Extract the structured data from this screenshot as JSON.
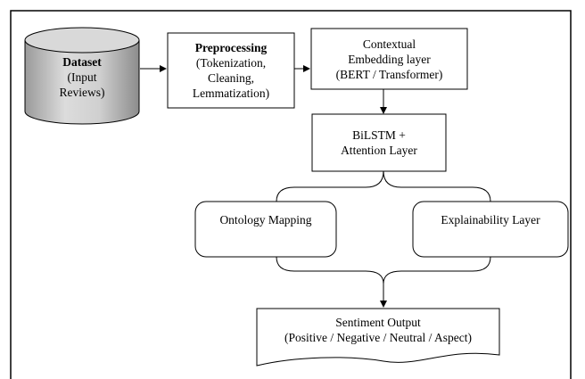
{
  "nodes": {
    "dataset": {
      "title": "Dataset",
      "line1": "(Input",
      "line2": "Reviews)"
    },
    "preprocessing": {
      "title": "Preprocessing",
      "line1": "(Tokenization,",
      "line2": "Cleaning,",
      "line3": "Lemmatization)"
    },
    "embedding": {
      "line1": "Contextual",
      "line2": "Embedding layer",
      "line3": "(BERT / Transformer)"
    },
    "bilstm": {
      "line1": "BiLSTM +",
      "line2": "Attention Layer"
    },
    "ontology": {
      "label": "Ontology Mapping"
    },
    "explainability": {
      "label": "Explainability Layer"
    },
    "output": {
      "line1": "Sentiment Output",
      "line2": "(Positive / Negative / Neutral / Aspect)"
    }
  },
  "colors": {
    "cylinder_top": "#d9d9d9",
    "cylinder_body": "#bfbfbf",
    "stroke": "#000000",
    "fill": "#ffffff"
  }
}
